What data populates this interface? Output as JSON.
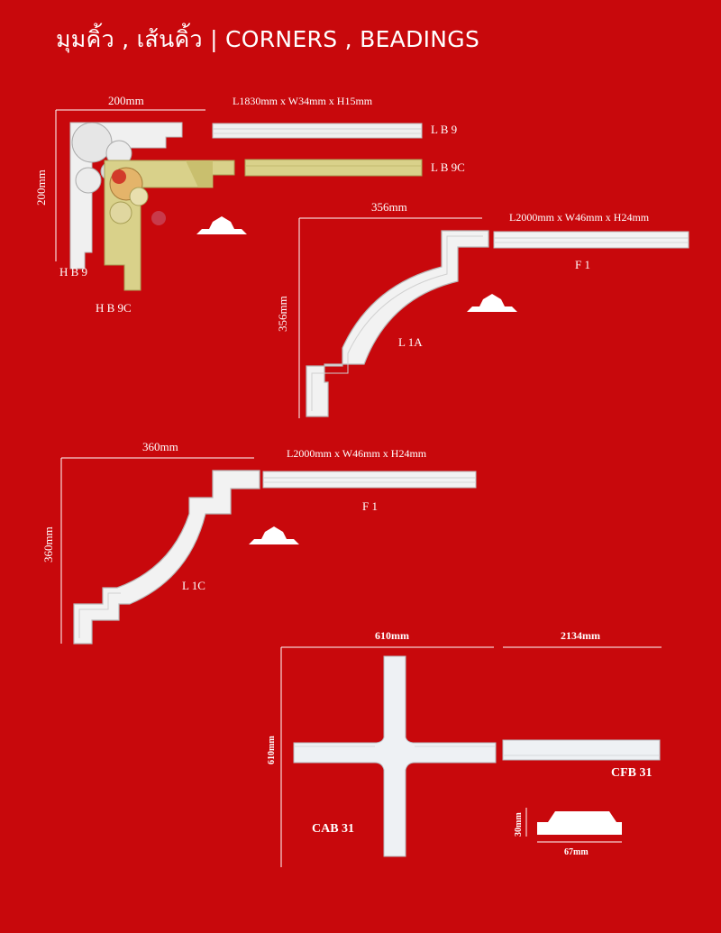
{
  "title": "มุมคิ้ว , เส้นคิ้ว | CORNERS , BEADINGS",
  "colors": {
    "background": "#c8080c",
    "plaster": "#f2f2f2",
    "gold": "#d7cf7f"
  },
  "groups": {
    "hb9": {
      "width": "200mm",
      "height": "200mm",
      "dims": "L1830mm x W34mm x  H15mm",
      "corner_white": "H B 9",
      "corner_gold": "H B 9C",
      "bead_white": "L B 9",
      "bead_gold": "L B 9C"
    },
    "l1a": {
      "width": "356mm",
      "height": "356mm",
      "dims": "L2000mm x W46mm x  H24mm",
      "corner": "L 1A",
      "bead": "F 1"
    },
    "l1c": {
      "width": "360mm",
      "height": "360mm",
      "dims": "L2000mm x W46mm x  H24mm",
      "corner": "L 1C",
      "bead": "F 1"
    },
    "cab31": {
      "width": "610mm",
      "height": "610mm",
      "bead_length": "2134mm",
      "cross": "CAB 31",
      "bead": "CFB 31",
      "profile_height": "30mm",
      "profile_width": "67mm"
    }
  }
}
